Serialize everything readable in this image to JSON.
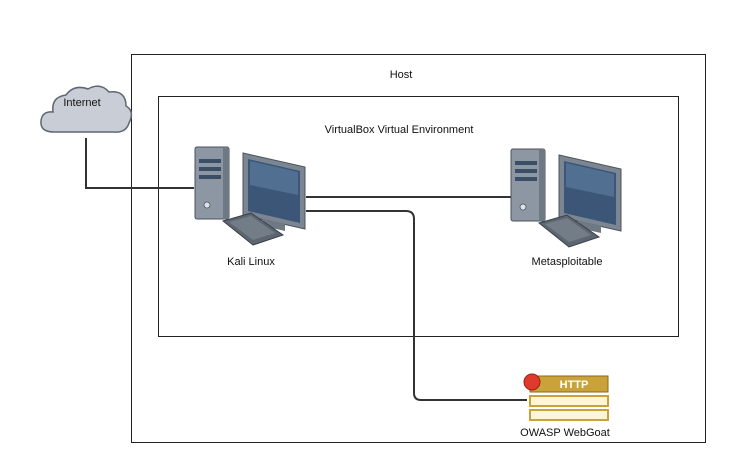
{
  "diagram": {
    "host": {
      "label": "Host"
    },
    "virtual_environment": {
      "label": "VirtualBox Virtual Environment"
    },
    "nodes": {
      "internet": {
        "label": "Internet",
        "icon": "cloud-icon"
      },
      "kali": {
        "label": "Kali Linux",
        "icon": "computer-icon"
      },
      "metasploitable": {
        "label": "Metasploitable",
        "icon": "computer-icon"
      },
      "webgoat": {
        "label": "OWASP WebGoat",
        "icon": "http-server-icon",
        "badge_text": "HTTP"
      }
    },
    "connections": [
      {
        "from": "internet",
        "to": "kali"
      },
      {
        "from": "kali",
        "to": "metasploitable"
      },
      {
        "from": "kali",
        "to": "webgoat"
      }
    ],
    "colors": {
      "line": "#333333",
      "cloud_fill": "#c9ced6",
      "tower_fill": "#8d97a3",
      "monitor_screen": "#3b5676",
      "http_badge": "#c9a23a",
      "http_dot": "#e03a2c"
    }
  }
}
